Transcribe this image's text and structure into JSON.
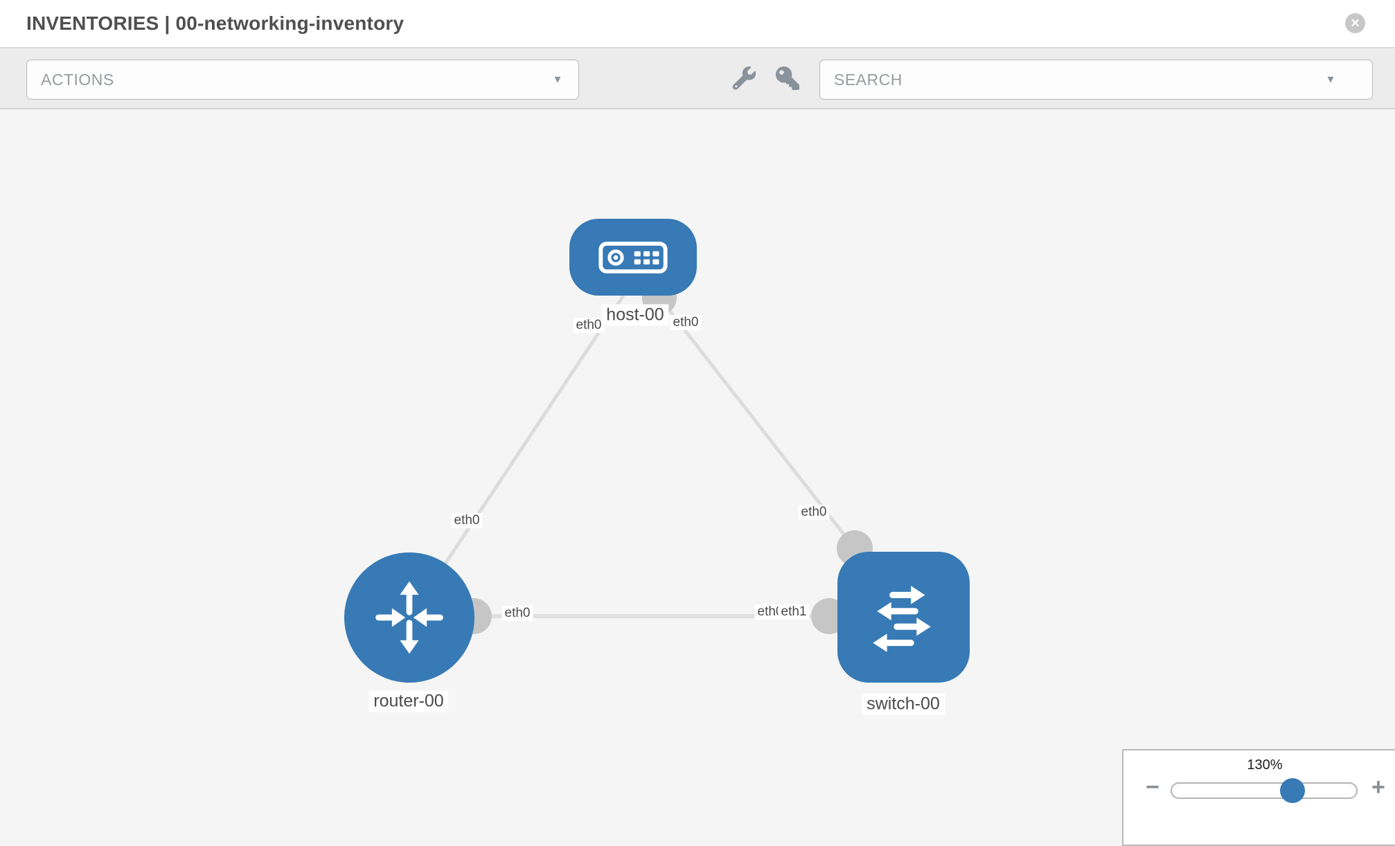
{
  "header": {
    "title": "INVENTORIES | 00-networking-inventory",
    "close_glyph": "✕"
  },
  "toolbar": {
    "actions_label": "ACTIONS",
    "search_label": "SEARCH",
    "caret": "▼"
  },
  "graph": {
    "nodes": [
      {
        "name": "host-00",
        "type": "host"
      },
      {
        "name": "router-00",
        "type": "router"
      },
      {
        "name": "switch-00",
        "type": "switch"
      }
    ],
    "interface_labels": {
      "host_left": "eth0",
      "host_right": "eth0",
      "router_uplink": "eth0",
      "switch_uplink": "eth0",
      "router_trunk": "eth0",
      "switch_trunk_under": "eth0",
      "switch_trunk": "eth1"
    },
    "links": [
      {
        "from": "host-00",
        "from_if": "eth0",
        "to": "router-00",
        "to_if": "eth0"
      },
      {
        "from": "host-00",
        "from_if": "eth0",
        "to": "switch-00",
        "to_if": "eth0"
      },
      {
        "from": "router-00",
        "from_if": "eth0",
        "to": "switch-00",
        "to_if": "eth1"
      }
    ],
    "colors": {
      "node_blue": "#377ab5",
      "link_gray": "#dcdcdc",
      "connector_gray": "#c6c6c6"
    }
  },
  "zoom_control": {
    "level": "130%",
    "minus_glyph": "−",
    "plus_glyph": "+"
  }
}
